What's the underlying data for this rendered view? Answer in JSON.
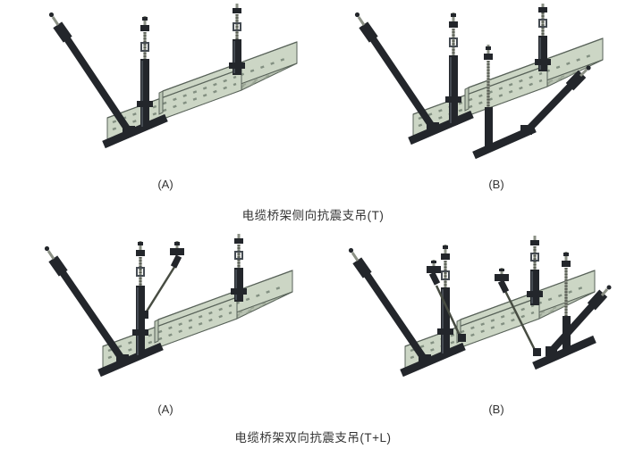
{
  "figures": {
    "lateral": {
      "caption": "电缆桥架侧向抗震支吊(T)",
      "panels": [
        {
          "label": "(A)"
        },
        {
          "label": "(B)"
        }
      ]
    },
    "bidirectional": {
      "caption": "电缆桥架双向抗震支吊(T+L)",
      "panels": [
        {
          "label": "(A)"
        },
        {
          "label": "(B)"
        }
      ]
    }
  },
  "drawing_parts": {
    "tray": "cable-tray",
    "vertical_strut": "channel-strut",
    "threaded_rod": "threaded-rod",
    "lateral_brace": "seismic-lateral-brace",
    "longitudinal_rod": "seismic-longitudinal-rod",
    "cross_member": "trapeze-cross-member",
    "anchor": "ceiling-anchor"
  },
  "colors": {
    "background": "#ffffff",
    "text": "#333333",
    "tray_side": "#ccd6c5",
    "tray_floor": "#b9c3b3",
    "tray_end": "#bcc7b6",
    "tray_edge": "#59635a",
    "perf": "#6f7d6f",
    "perf_floor": "#8d9a88",
    "strut_dark": "#23262b",
    "strut_hi": "#454b52",
    "rod": "#8b9085",
    "rod_thread": "#3c4038",
    "tierod": "#474c42"
  }
}
